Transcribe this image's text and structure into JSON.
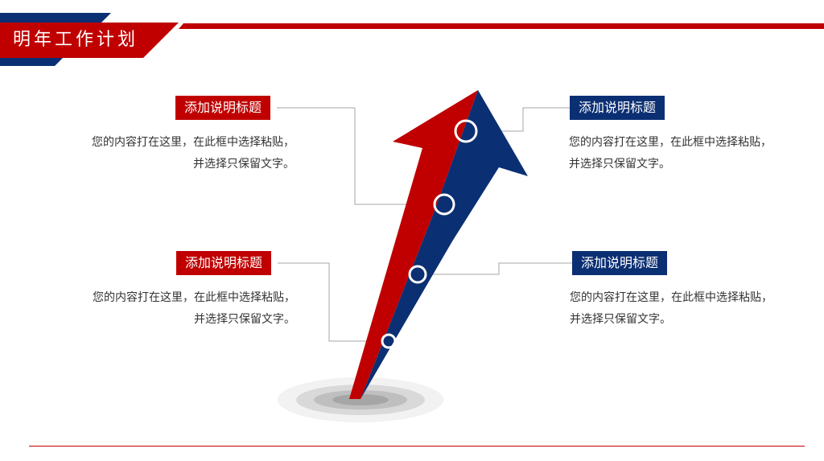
{
  "header": {
    "title": "明年工作计划"
  },
  "items": [
    {
      "title": "添加说明标题",
      "line1": "您的内容打在这里，在此框中选择粘贴，",
      "line2": "并选择只保留文字。"
    },
    {
      "title": "添加说明标题",
      "line1": "您的内容打在这里，在此框中选择粘贴，",
      "line2": "并选择只保留文字。"
    },
    {
      "title": "添加说明标题",
      "line1": "您的内容打在这里，在此框中选择粘贴，",
      "line2": "并选择只保留文字。"
    },
    {
      "title": "添加说明标题",
      "line1": "您的内容打在这里，在此框中选择粘贴，",
      "line2": "并选择只保留文字。"
    }
  ],
  "colors": {
    "red": "#c00000",
    "blue": "#0b2f73",
    "connector": "#a6a6a6"
  }
}
